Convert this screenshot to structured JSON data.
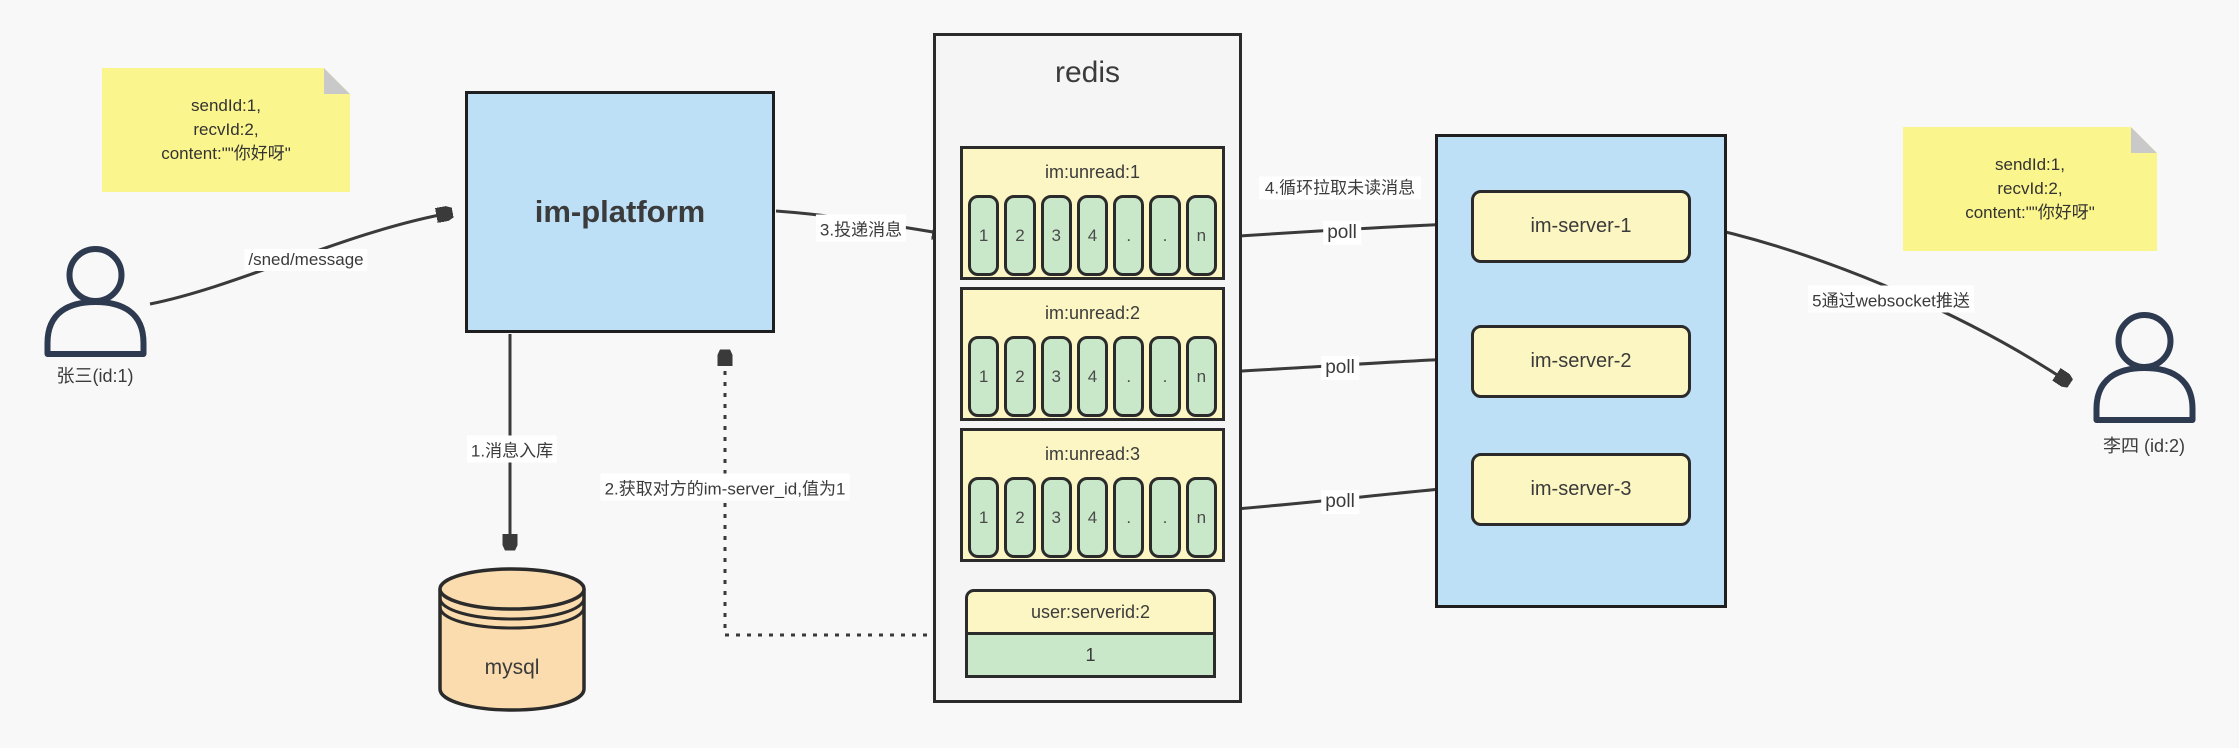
{
  "colors": {
    "background": "#F8F8F8",
    "note_yellow": "#FBF58D",
    "note_fold": "#C9C9C9",
    "blue_fill": "#BDE0F7",
    "panel_gray": "#F5F5F5",
    "block_yellow": "#FCF6C4",
    "cell_green": "#C9E7C9",
    "server_yellow": "#FCF6C2",
    "db_tan": "#FADCAE",
    "line": "#3A3A3A",
    "person": "#2E3A50"
  },
  "notes": {
    "left": {
      "lines": [
        "sendId:1,",
        "recvId:2,",
        "content:\"\"你好呀\""
      ]
    },
    "right": {
      "lines": [
        "sendId:1,",
        "recvId:2,",
        "content:\"\"你好呀\""
      ]
    }
  },
  "actors": {
    "sender": {
      "label": "张三(id:1)"
    },
    "receiver": {
      "label": "李四 (id:2)"
    }
  },
  "nodes": {
    "im_platform": {
      "label": "im-platform"
    },
    "mysql": {
      "label": "mysql"
    },
    "redis": {
      "title": "redis",
      "queues": [
        {
          "name": "im:unread:1",
          "cells": [
            "1",
            "2",
            "3",
            "4",
            ".",
            ".",
            "n"
          ]
        },
        {
          "name": "im:unread:2",
          "cells": [
            "1",
            "2",
            "3",
            "4",
            ".",
            ".",
            "n"
          ]
        },
        {
          "name": "im:unread:3",
          "cells": [
            "1",
            "2",
            "3",
            "4",
            ".",
            ".",
            "n"
          ]
        }
      ],
      "kv": {
        "key": "user:serverid:2",
        "value": "1"
      }
    },
    "servers": [
      {
        "label": "im-server-1"
      },
      {
        "label": "im-server-2"
      },
      {
        "label": "im-server-3"
      }
    ]
  },
  "edges": {
    "send_message": "/sned/message",
    "step1": "1.消息入库",
    "step2": "2.获取对方的im-server_id,值为1",
    "step3": "3.投递消息",
    "step4": "4.循环拉取未读消息",
    "poll": "poll",
    "step5": "5通过websocket推送"
  }
}
